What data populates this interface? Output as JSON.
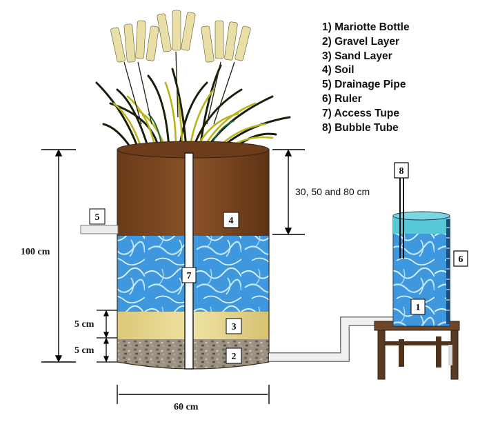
{
  "legend": [
    "1) Mariotte Bottle",
    "2) Gravel Layer",
    "3) Sand Layer",
    "4) Soil",
    "5) Drainage Pipe",
    "6) Ruler",
    "7) Access Tupe",
    "8) Bubble Tube"
  ],
  "dimensions": {
    "total_height": "100 cm",
    "sand_height": "5 cm",
    "gravel_height": "5 cm",
    "diameter": "60 cm",
    "soil_depth": "30, 50 and 80 cm"
  },
  "markers": {
    "bottle": "1",
    "gravel": "2",
    "sand": "3",
    "soil": "4",
    "drain": "5",
    "ruler": "6",
    "access": "7",
    "bubble": "8"
  },
  "colors": {
    "soil": "#7a4520",
    "water": "#3d9be0",
    "sand": "#e6d488",
    "gravel": "#9d9587",
    "bottle_top": "#56c8d6",
    "table": "#5a3a22",
    "pipe": "#e8e8e8"
  }
}
